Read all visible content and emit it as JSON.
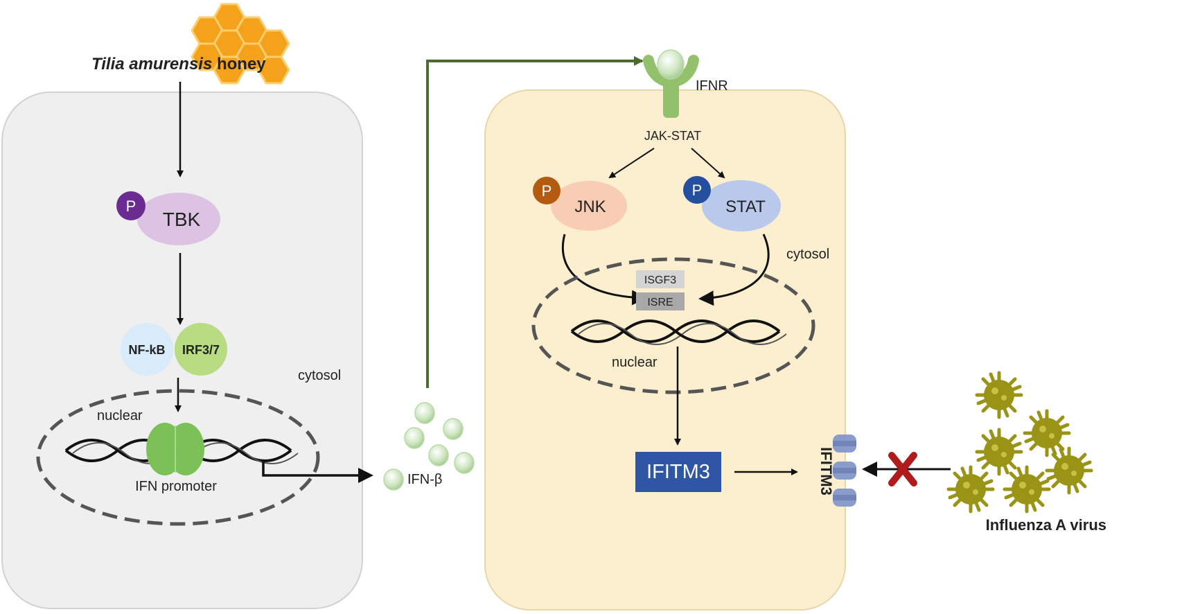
{
  "honey": {
    "label_italic": "Tilia amurensis",
    "label_rest": " honey"
  },
  "left_cell": {
    "phospho": "P",
    "tbk": "TBK",
    "nfkb": "NF-kB",
    "irf": "IRF3/7",
    "cytosol": "cytosol",
    "nuclear": "nuclear",
    "promoter": "IFN promoter"
  },
  "ifn_beta": "IFN-β",
  "right_cell": {
    "receptor": "IFNR",
    "jakstat": "JAK-STAT",
    "phospho": "P",
    "jnk": "JNK",
    "stat": "STAT",
    "cytosol": "cytosol",
    "isgf3": "ISGF3",
    "isre": "ISRE",
    "nuclear": "nuclear",
    "ifitm3_box": "IFITM3"
  },
  "membrane_label": "IFITM3",
  "virus_label": "Influenza A virus",
  "colors": {
    "left_cell_fill": "#efefef",
    "right_cell_fill": "#fcefcf",
    "honey": "#f4a21c",
    "tbk": "#dcc3e4",
    "phospho_purple": "#6a2c90",
    "nfkb": "#d7ebfa",
    "irf": "#b8dc82",
    "promoter": "#7cc157",
    "green_arrow": "#4e6a2c",
    "receptor": "#93c06a",
    "jnk": "#f8cdb3",
    "phospho_brown": "#b45b12",
    "stat": "#b8c9ec",
    "phospho_blue": "#244f9e",
    "ifitm3_box": "#2f55a5",
    "ifitm3_membrane": "#8a9cc9",
    "virus": "#9a9416",
    "block_x": "#b01c1c"
  }
}
